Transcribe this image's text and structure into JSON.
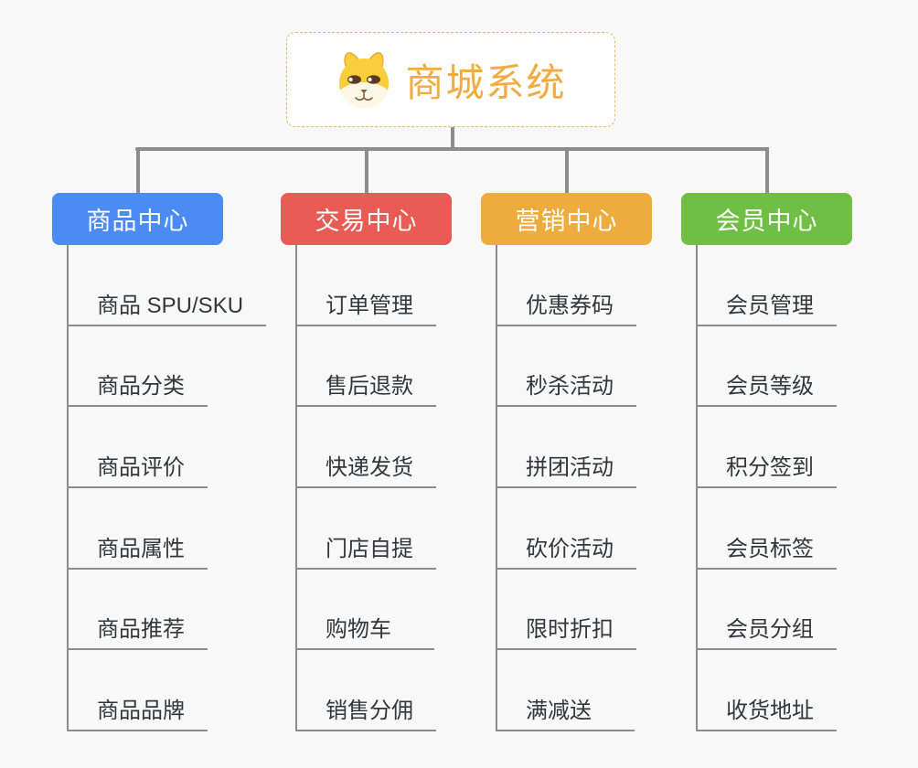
{
  "page": {
    "background_color": "#f8f8f8",
    "connector_color": "#8c8c8c",
    "item_text_color": "#33363b"
  },
  "root": {
    "title": "商城系统",
    "icon": "dog-face-icon",
    "title_color": "#f2ac41",
    "border_color": "#f0b964",
    "background": "#fefefe"
  },
  "branches": [
    {
      "label": "商品中心",
      "color": "#4b8bf4",
      "children": [
        "商品 SPU/SKU",
        "商品分类",
        "商品评价",
        "商品属性",
        "商品推荐",
        "商品品牌"
      ]
    },
    {
      "label": "交易中心",
      "color": "#e95c55",
      "children": [
        "订单管理",
        "售后退款",
        "快递发货",
        "门店自提",
        "购物车",
        "销售分佣"
      ]
    },
    {
      "label": "营销中心",
      "color": "#eeac3f",
      "children": [
        "优惠券码",
        "秒杀活动",
        "拼团活动",
        "砍价活动",
        "限时折扣",
        "满减送"
      ]
    },
    {
      "label": "会员中心",
      "color": "#70be44",
      "children": [
        "会员管理",
        "会员等级",
        "积分签到",
        "会员标签",
        "会员分组",
        "收货地址"
      ]
    }
  ]
}
